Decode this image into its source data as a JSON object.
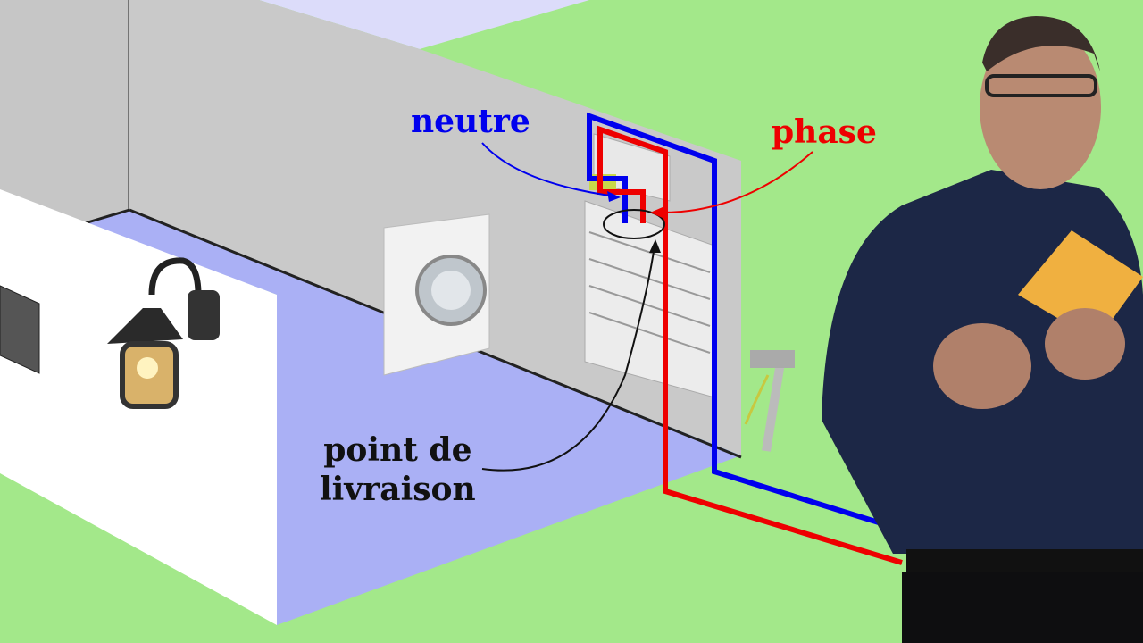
{
  "labels": {
    "neutre": "neutre",
    "phase": "phase",
    "point_de_livraison_line1": "point de",
    "point_de_livraison_line2": "livraison"
  },
  "colors": {
    "neutre": "#0000ee",
    "phase": "#ee0000",
    "ground": "#a3e88a",
    "wall": "#c9c9c9",
    "floor": "#aab0f5"
  },
  "icons": [
    "wall-lamp-icon",
    "washing-machine-icon",
    "electrical-panel-icon",
    "ground-rod-icon",
    "presenter"
  ]
}
